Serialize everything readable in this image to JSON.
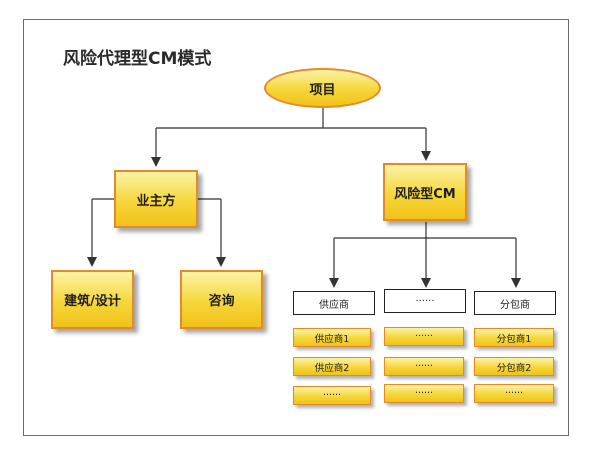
{
  "title": "风险代理型CM模式",
  "root": {
    "label": "项目"
  },
  "owner": {
    "label": "业主方"
  },
  "cm": {
    "label": "风险型CM"
  },
  "design": {
    "label": "建筑/设计"
  },
  "consult": {
    "label": "咨询"
  },
  "columns": [
    {
      "header": "供应商",
      "items": [
        "供应商1",
        "供应商2",
        "······"
      ]
    },
    {
      "header": "······",
      "items": [
        "······",
        "······",
        "······"
      ]
    },
    {
      "header": "分包商",
      "items": [
        "分包商1",
        "分包商2",
        "······"
      ]
    }
  ],
  "colors": {
    "fill_top": "#fbf3a6",
    "fill_bottom": "#f1c21a",
    "border": "#e58a28",
    "line": "#333333"
  }
}
